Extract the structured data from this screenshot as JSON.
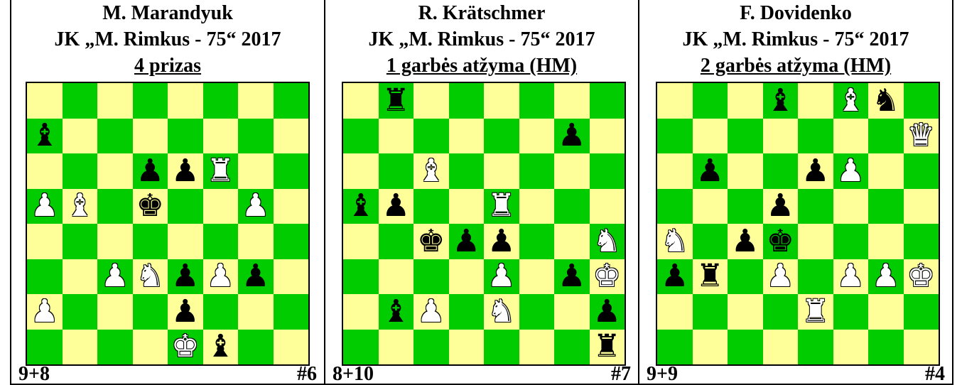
{
  "colors": {
    "light_square": "#ffff99",
    "dark_square": "#00cc00"
  },
  "problems": [
    {
      "author": "M. Marandyuk",
      "tourney": "JK „M. Rimkus - 75“ 2017",
      "award": "4 prizas",
      "count": "9+8",
      "stipulation": "#6",
      "rows": [
        "........",
        "b.......",
        "...ppR..",
        "PB.k..P.",
        "........",
        "..PNpPp.",
        "P...p...",
        "....Kb.."
      ]
    },
    {
      "author": "R. Krätschmer",
      "tourney": "JK „M. Rimkus - 75“ 2017",
      "award": "1 garbės atžyma (HM)",
      "count": "8+10",
      "stipulation": "#7",
      "rows": [
        ".r......",
        "......p.",
        "..B.....",
        "bp..R...",
        "..kpp..N",
        "....P.pK",
        ".bP.N..p",
        ".......r"
      ]
    },
    {
      "author": "F. Dovidenko",
      "tourney": "JK „M. Rimkus - 75“ 2017",
      "award": "2 garbės atžyma (HM)",
      "count": "9+9",
      "stipulation": "#4",
      "rows": [
        "...b.Bn.",
        ".......Q",
        ".p..pP..",
        "...p....",
        "N.pk....",
        "pr.P.PPK",
        "....R...",
        "........"
      ]
    }
  ]
}
